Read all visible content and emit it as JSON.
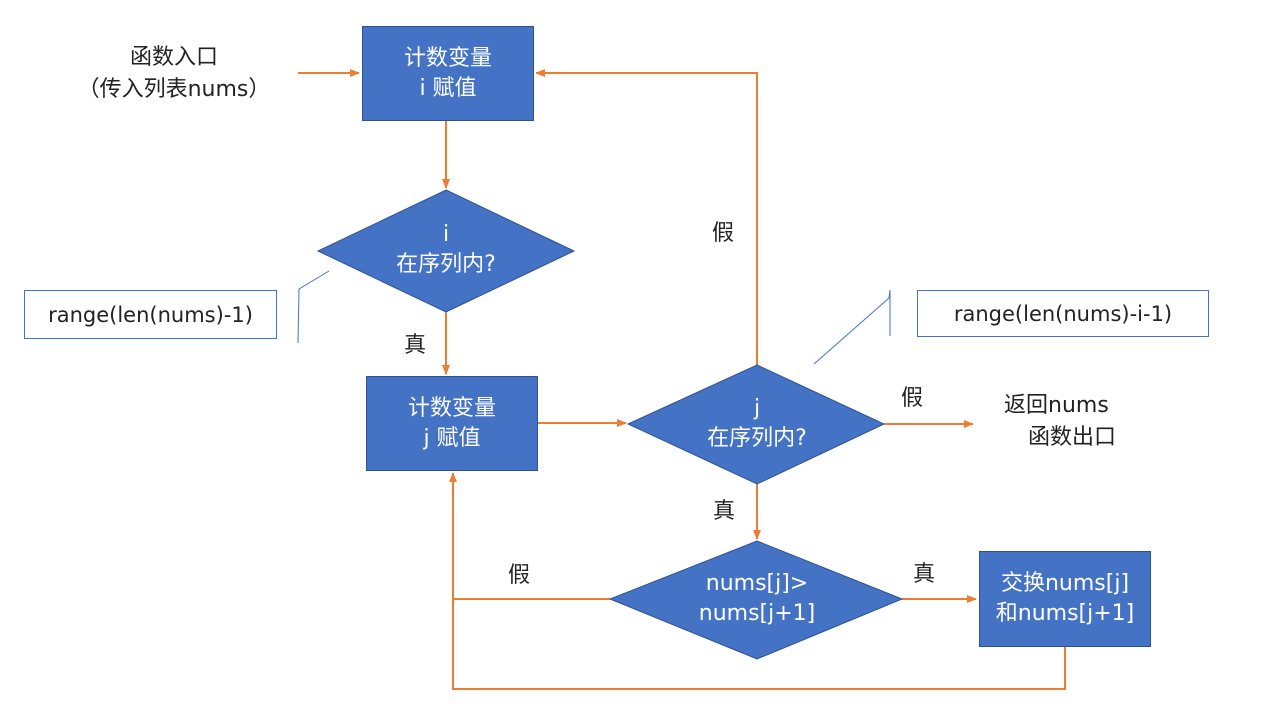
{
  "entry": {
    "line1": "函数入口",
    "line2": "（传入列表nums）"
  },
  "assign_i": {
    "line1": "计数变量",
    "line2": "i 赋值"
  },
  "decision_i": {
    "line1": "i",
    "line2": "在序列内?"
  },
  "range_i": "range(len(nums)-1)",
  "assign_j": {
    "line1": "计数变量",
    "line2": "j 赋值"
  },
  "decision_j": {
    "line1": "j",
    "line2": "在序列内?"
  },
  "range_j": "range(len(nums)-i-1)",
  "exit": {
    "line1": "返回nums",
    "line2": "函数出口"
  },
  "compare": {
    "line1": "nums[j]>",
    "line2": "nums[j+1]"
  },
  "swap": {
    "line1": "交换nums[j]",
    "line2": "和nums[j+1]"
  },
  "labels": {
    "true_i": "真",
    "false_j_top": "假",
    "false_j_exit": "假",
    "true_j": "真",
    "false_compare": "假",
    "true_compare": "真"
  },
  "colors": {
    "box_fill": "#4472c4",
    "box_border": "#2f528f",
    "arrow": "#ed7d31",
    "note_border": "#4472c4"
  }
}
